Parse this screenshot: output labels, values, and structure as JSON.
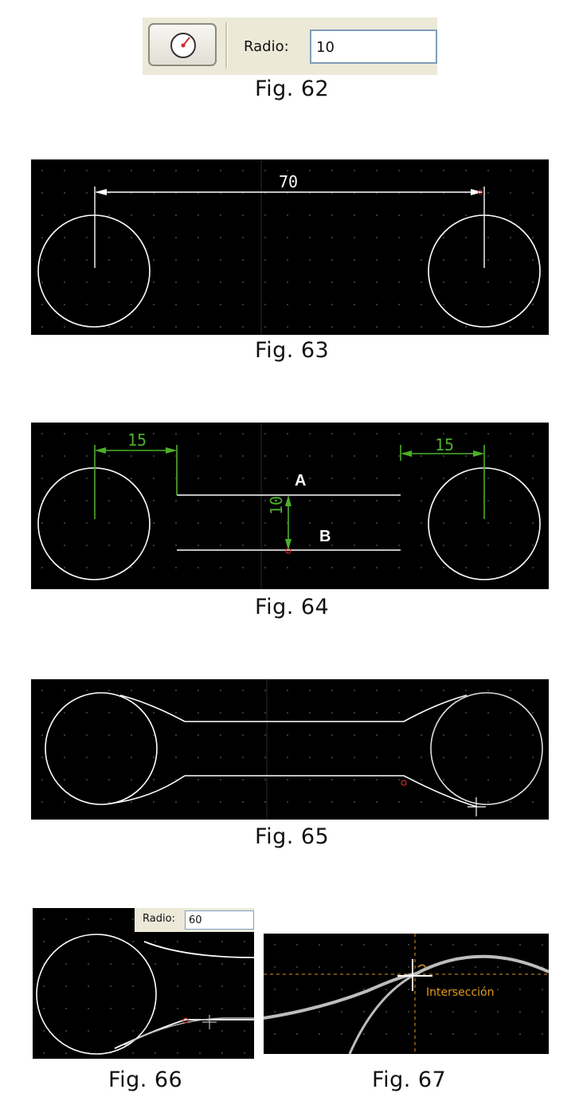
{
  "fig62": {
    "radius_label": "Radio:",
    "radius_value": "10",
    "tool_icon": "circle-radius-icon",
    "caption": "Fig. 62"
  },
  "fig63": {
    "dimension": "70",
    "caption": "Fig. 63"
  },
  "fig64": {
    "dim_left": "15",
    "dim_right": "15",
    "dim_vertical": "10",
    "label_a": "A",
    "label_b": "B",
    "caption": "Fig. 64"
  },
  "fig65": {
    "caption": "Fig. 65"
  },
  "fig66": {
    "radius_label": "Radio:",
    "radius_value": "60",
    "caption": "Fig. 66"
  },
  "fig67": {
    "snap_label": "Intersección",
    "caption": "Fig. 67"
  },
  "colors": {
    "canvas": "#000000",
    "entity": "#ffffff",
    "dimension_green": "#4caf2a",
    "snap_orange": "#e09a1a",
    "point_red": "#d12a2a"
  }
}
